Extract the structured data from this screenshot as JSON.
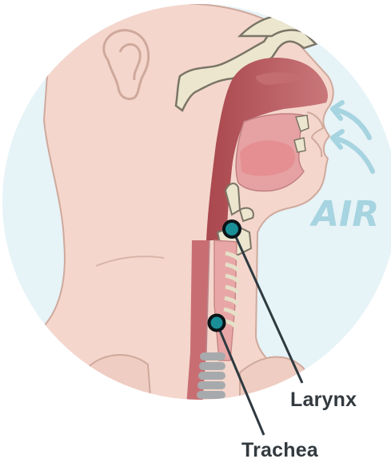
{
  "labels": {
    "larynx": "Larynx",
    "trachea": "Trachea"
  },
  "air_text": "AIR",
  "colors": {
    "background_circle": "#e6f3f7",
    "skin": "#f4d6cc",
    "skin_outline": "#cfa99c",
    "airway_dark": "#b05a5e",
    "airway_light": "#e69a9c",
    "bone": "#ece6cf",
    "bone_outline": "#7a7566",
    "cartilage_grey": "#a7aaad",
    "marker_fill": "#1a8f98",
    "marker_ring": "#0b1417",
    "leader_line": "#2e3a40",
    "air_arrows": "#a6d4e0",
    "air_text": "#a6d4e0",
    "label_text": "#333a3f"
  },
  "icons": {
    "air_arrows": "air-flow-arrows-icon",
    "larynx_marker": "marker-dot-icon",
    "trachea_marker": "marker-dot-icon"
  }
}
